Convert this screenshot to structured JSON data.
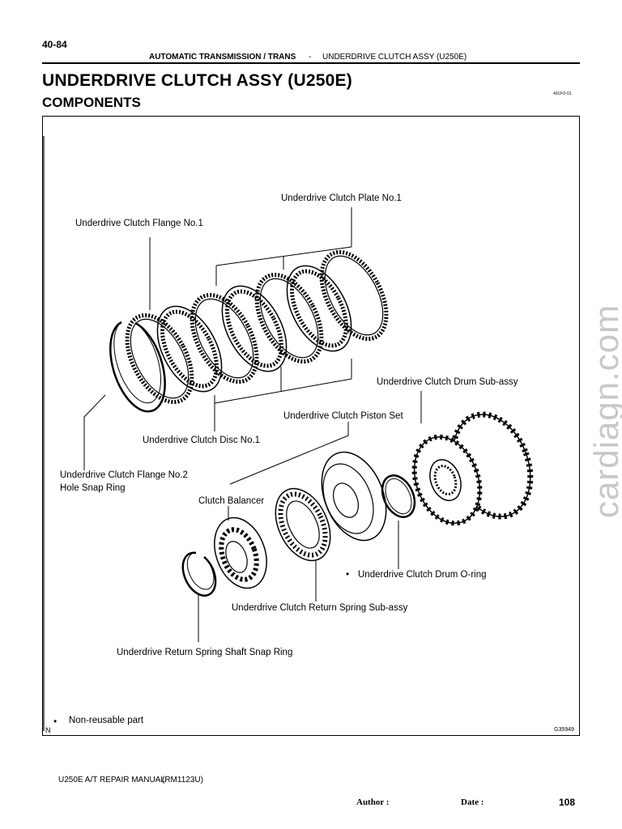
{
  "header": {
    "page_number": "40-84",
    "section": "AUTOMATIC TRANSMISSION / TRANS",
    "separator": "-",
    "subsection": "UNDERDRIVE CLUTCH ASSY (U250E)"
  },
  "title": "UNDERDRIVE CLUTCH ASSY (U250E)",
  "subtitle": "COMPONENTS",
  "doc_code": "401FO-01",
  "diagram": {
    "labels": {
      "plate_no1": "Underdrive Clutch Plate No.1",
      "flange_no1": "Underdrive Clutch Flange No.1",
      "drum_subassy": "Underdrive Clutch Drum Sub-assy",
      "piston_set": "Underdrive Clutch Piston Set",
      "disc_no1": "Underdrive Clutch Disc No.1",
      "flange_no2_line1": "Underdrive Clutch Flange No.2",
      "flange_no2_line2": "Hole Snap Ring",
      "clutch_balancer": "Clutch Balancer",
      "drum_oring_bullet": "•",
      "drum_oring": "Underdrive Clutch Drum O-ring",
      "return_spring": "Underdrive Clutch Return Spring Sub-assy",
      "shaft_snap_ring": "Underdrive Return Spring Shaft Snap Ring"
    },
    "legend_bullet": "•",
    "legend_text": "Non-reusable part",
    "corner_mark": "N",
    "figure_code": "G35949"
  },
  "footer": {
    "manual_name": "U250E A/T REPAIR MANUAL",
    "manual_code": "(RM1123U)",
    "author_label": "Author :",
    "date_label": "Date :",
    "page": "108"
  },
  "watermark": "cardiagn.com"
}
